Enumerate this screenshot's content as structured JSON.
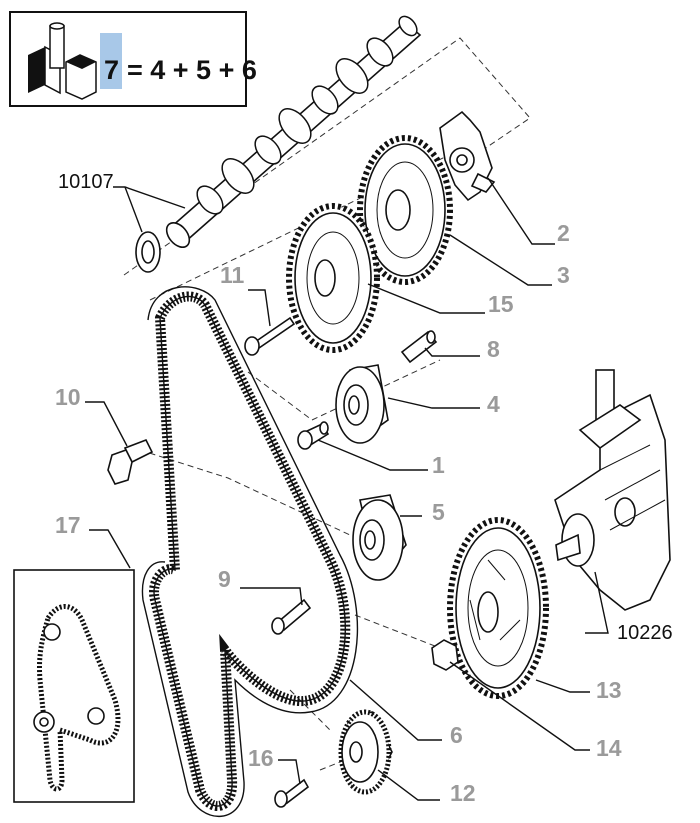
{
  "legend": {
    "highlight_number": "7",
    "equation_rest": "= 4 + 5 + 6",
    "highlight_color": "#a8c8e8"
  },
  "callouts": [
    {
      "id": "10107",
      "text": "10107"
    },
    {
      "id": "2",
      "text": "2"
    },
    {
      "id": "3",
      "text": "3"
    },
    {
      "id": "15",
      "text": "15"
    },
    {
      "id": "11",
      "text": "11"
    },
    {
      "id": "8",
      "text": "8"
    },
    {
      "id": "4",
      "text": "4"
    },
    {
      "id": "10",
      "text": "10"
    },
    {
      "id": "1",
      "text": "1"
    },
    {
      "id": "5",
      "text": "5"
    },
    {
      "id": "17",
      "text": "17"
    },
    {
      "id": "9",
      "text": "9"
    },
    {
      "id": "10226",
      "text": "10226"
    },
    {
      "id": "13",
      "text": "13"
    },
    {
      "id": "6",
      "text": "6"
    },
    {
      "id": "14",
      "text": "14"
    },
    {
      "id": "16",
      "text": "16"
    },
    {
      "id": "12",
      "text": "12"
    }
  ]
}
